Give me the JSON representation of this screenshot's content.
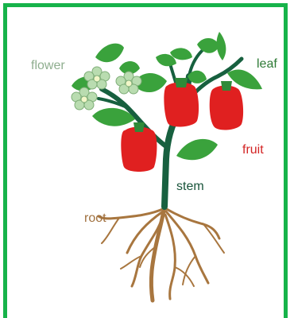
{
  "labels": {
    "flower": "flower",
    "leaf": "leaf",
    "fruit": "fruit",
    "stem": "stem",
    "root": "root"
  },
  "colors": {
    "border": "#16b34a",
    "stem": "#17603f",
    "leaf": "#3aa23c",
    "fruit": "#e02020",
    "root": "#a8763f",
    "flower": "#b9dcb0"
  }
}
